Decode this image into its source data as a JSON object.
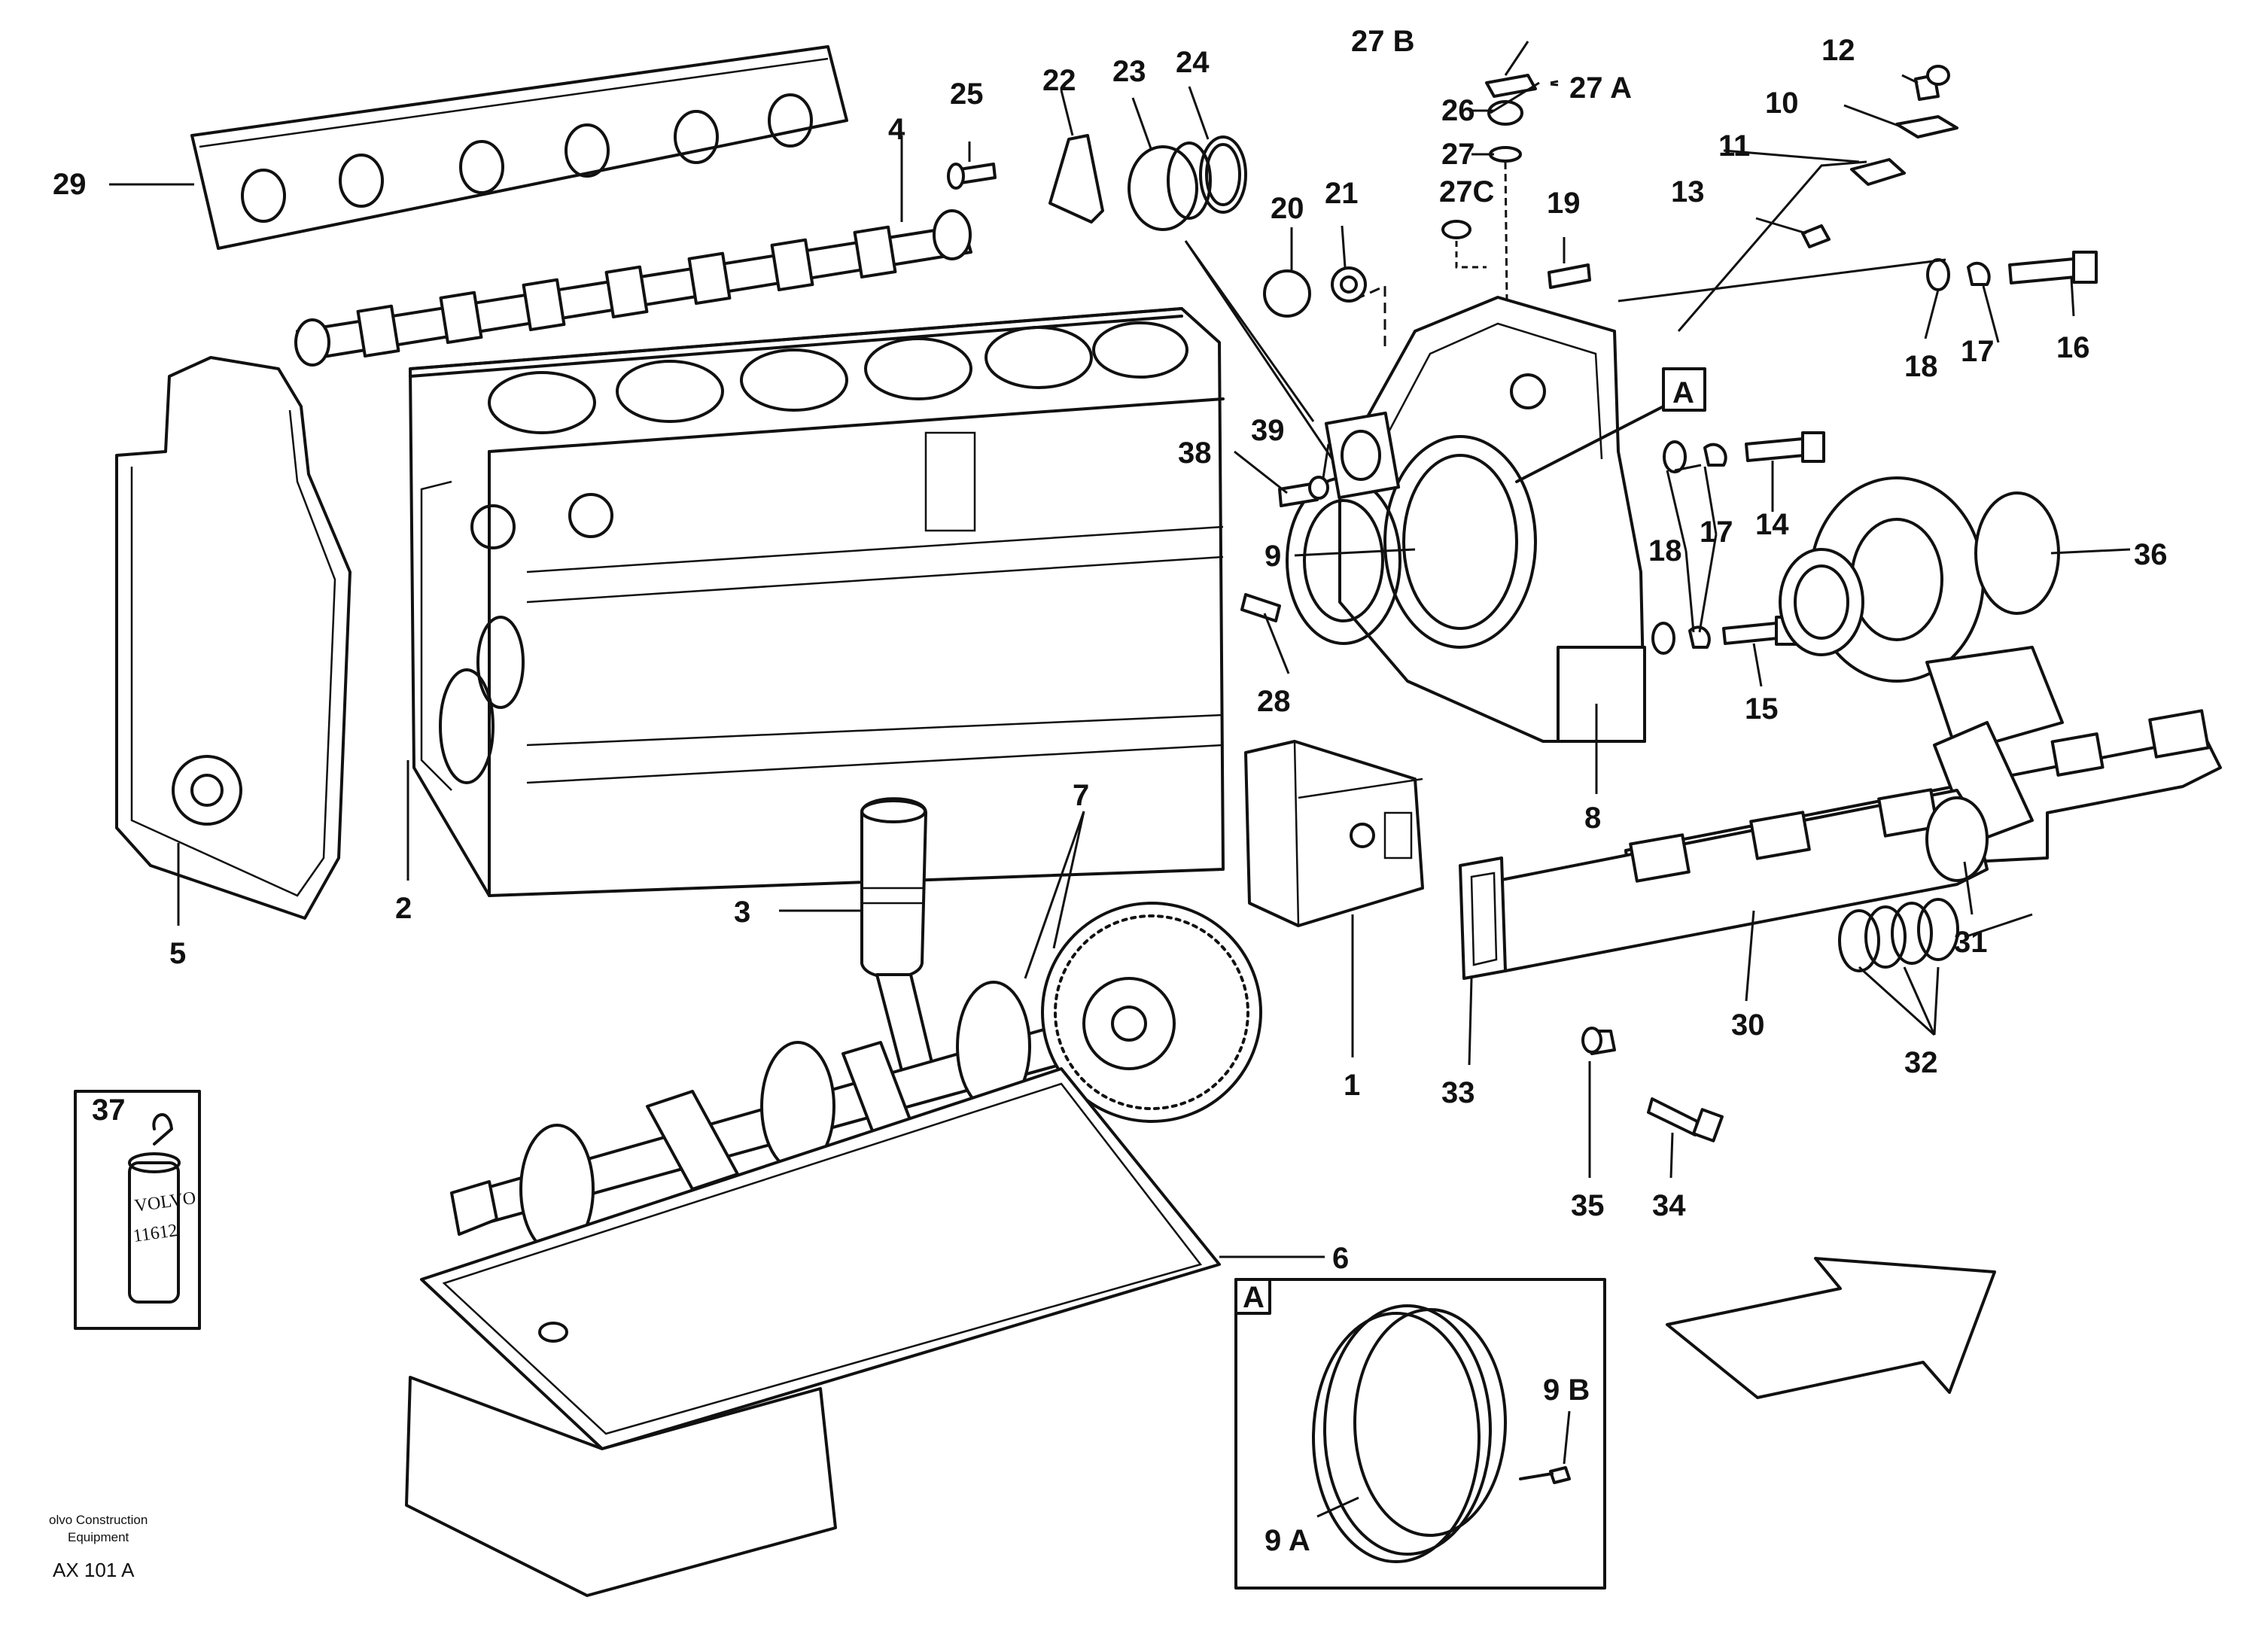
{
  "labels": {
    "p1": "1",
    "p2": "2",
    "p3": "3",
    "p4": "4",
    "p5": "5",
    "p6": "6",
    "p7": "7",
    "p8": "8",
    "p9": "9",
    "p9a": "9 A",
    "p9b": "9 B",
    "p10": "10",
    "p11": "11",
    "p12": "12",
    "p13": "13",
    "p14": "14",
    "p15": "15",
    "p16": "16",
    "p17a": "17",
    "p17b": "17",
    "p18a": "18",
    "p18b": "18",
    "p19": "19",
    "p20": "20",
    "p21": "21",
    "p22": "22",
    "p23": "23",
    "p24": "24",
    "p25": "25",
    "p26": "26",
    "p27": "27",
    "p27a": "27 A",
    "p27b": "27 B",
    "p27c": "27C",
    "p28": "28",
    "p29": "29",
    "p30": "30",
    "p31": "31",
    "p32": "32",
    "p33": "33",
    "p34": "34",
    "p35": "35",
    "p36": "36",
    "p37": "37",
    "p38": "38",
    "p39": "39"
  },
  "detail_callout": "A",
  "inset": {
    "label": "A"
  },
  "can_label": {
    "brand": "VOLVO",
    "number": "11612"
  },
  "footer": {
    "company_line1": "olvo Construction",
    "company_line2": "Equipment",
    "figure_id": "AX 101 A"
  }
}
